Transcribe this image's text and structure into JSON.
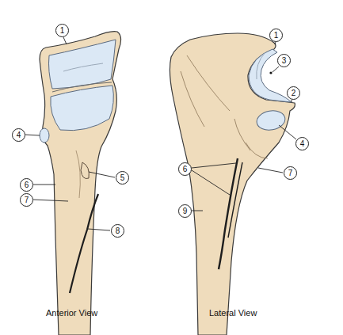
{
  "diagram": {
    "labels": [
      "1",
      "4",
      "5",
      "6",
      "7",
      "8",
      "1",
      "3",
      "2",
      "4",
      "6",
      "7",
      "9",
      "Anterior View",
      "Lateral View"
    ]
  }
}
